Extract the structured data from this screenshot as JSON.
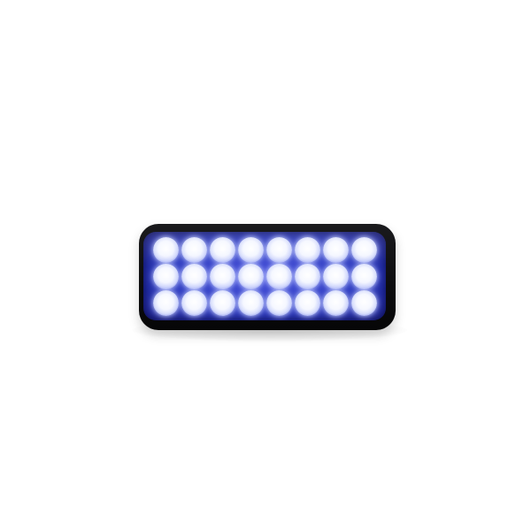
{
  "scene": {
    "background_color": "#ffffff",
    "object": "led-light-bar",
    "led_rows": 3,
    "led_columns": 8,
    "led_color": "#f4f6ff",
    "lens_color": "#2a36c4",
    "housing_color": "#0c0c0e"
  }
}
